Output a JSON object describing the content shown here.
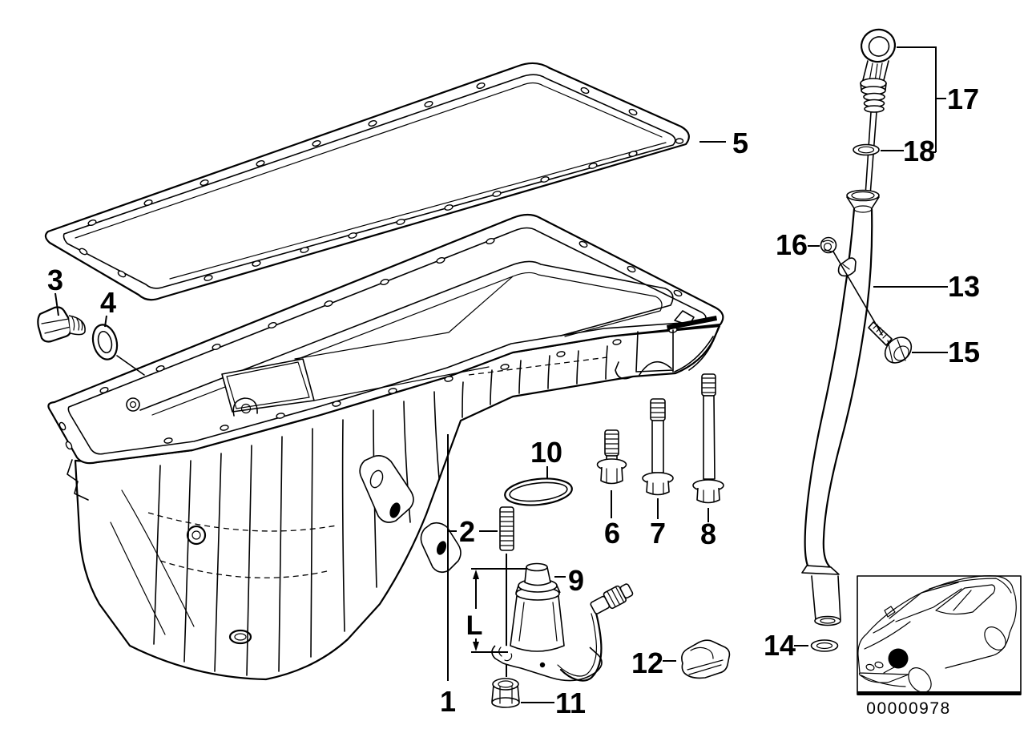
{
  "colors": {
    "background": "#ffffff",
    "line": "#000000"
  },
  "callouts": {
    "c1": "1",
    "c2": "2",
    "c3": "3",
    "c4": "4",
    "c5": "5",
    "c6": "6",
    "c7": "7",
    "c8": "8",
    "c9": "9",
    "c10": "10",
    "c11": "11",
    "c12": "12",
    "c13": "13",
    "c14": "14",
    "c15": "15",
    "c16": "16",
    "c17": "17",
    "c18": "18"
  },
  "dimension_label": "L",
  "image_code": "00000978"
}
